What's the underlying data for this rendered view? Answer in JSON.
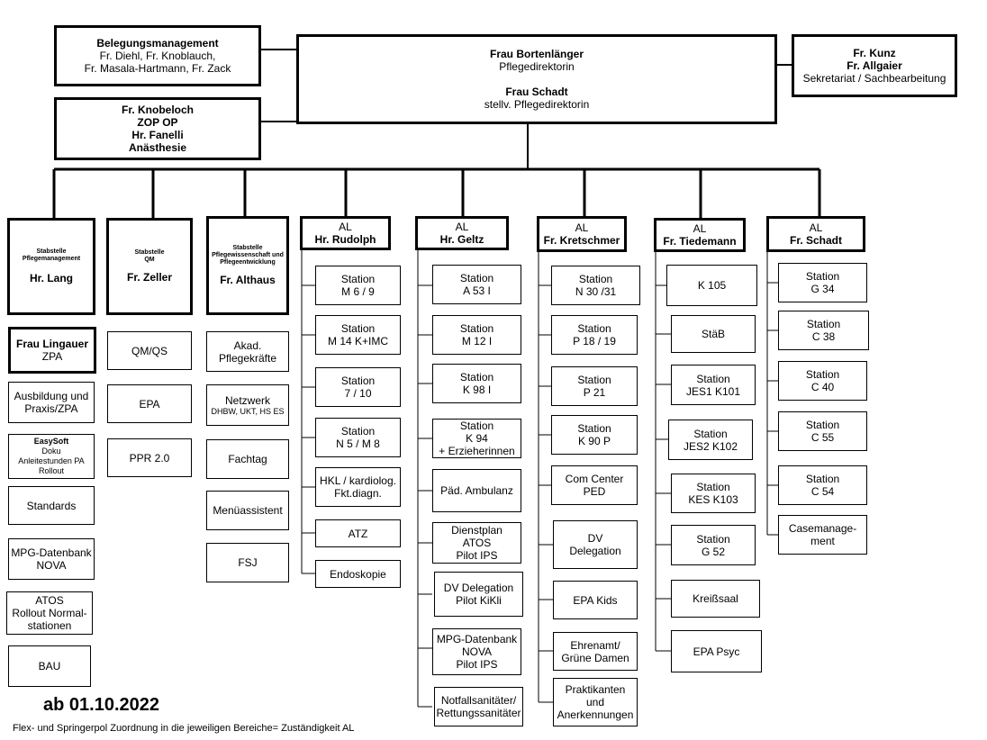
{
  "top": {
    "director": {
      "l1": "Frau Bortenlänger",
      "l2": "Pflegedirektorin",
      "l3": "Frau Schadt",
      "l4": "stellv. Pflegedirektorin"
    },
    "belegung": {
      "l1": "Belegungsmanagement",
      "l2": "Fr. Diehl, Fr. Knoblauch,\nFr. Masala-Hartmann, Fr. Zack"
    },
    "knobeloch": {
      "l1": "Fr. Knobeloch\nZOP OP\nHr. Fanelli\nAnästhesie"
    },
    "kunz": {
      "l1": "Fr. Kunz\nFr. Allgaier",
      "l2": "Sekretariat / Sachbearbeitung"
    }
  },
  "stab": {
    "lang": {
      "l1": "Stabstelle\nPflegemanagement",
      "l2": "Hr. Lang"
    },
    "zeller": {
      "l1": "Stabstelle\nQM",
      "l2": "Fr. Zeller"
    },
    "althaus": {
      "l1": "Stabstelle\nPflegewissenschaft und\nPflegeentwicklung",
      "l2": "Fr. Althaus"
    }
  },
  "al": {
    "rudolph": {
      "l1": "AL",
      "l2": "Hr. Rudolph"
    },
    "geltz": {
      "l1": "AL",
      "l2": "Hr. Geltz"
    },
    "kretschmer": {
      "l1": "AL",
      "l2": "Fr. Kretschmer"
    },
    "tiedemann": {
      "l1": "AL",
      "l2": "Fr. Tiedemann"
    },
    "schadt": {
      "l1": "AL",
      "l2": "Fr. Schadt"
    }
  },
  "lang_items": {
    "lingauer": {
      "l1": "Frau Lingauer",
      "l2": "ZPA"
    },
    "ausbildung": "Ausbildung und\nPraxis/ZPA",
    "easysoft": {
      "l1": "EasySoft",
      "l2": "Doku\nAnleitestunden PA\nRollout"
    },
    "standards": "Standards",
    "mpg": "MPG-Datenbank\nNOVA",
    "atos": "ATOS\nRollout Normal-\nstationen",
    "bau": "BAU"
  },
  "zeller_items": [
    "QM/QS",
    "EPA",
    "PPR 2.0"
  ],
  "althaus_items": {
    "akad": "Akad.\nPflegekräfte",
    "netzwerk": {
      "l1": "Netzwerk",
      "l2": "DHBW, UKT, HS ES"
    },
    "fachtag": "Fachtag",
    "menue": "Menüassistent",
    "fsj": "FSJ"
  },
  "rudolph_items": [
    "Station\nM 6 / 9",
    "Station\nM 14 K+IMC",
    "Station\n7 / 10",
    "Station\nN 5 / M 8",
    "HKL / kardiolog.\nFkt.diagn.",
    "ATZ",
    "Endoskopie"
  ],
  "geltz_items": [
    "Station\nA 53 I",
    "Station\nM 12 I",
    "Station\nK 98 I",
    "Station\nK 94\n+ Erzieherinnen",
    "Päd. Ambulanz",
    "Dienstplan\nATOS\nPilot IPS",
    "DV Delegation\nPilot KiKli",
    "MPG-Datenbank\nNOVA\nPilot IPS",
    "Notfallsanitäter/\nRettungssanitäter"
  ],
  "kretschmer_items": [
    "Station\nN 30 /31",
    "Station\nP 18 / 19",
    "Station\nP 21",
    "Station\nK 90 P",
    "Com Center\nPED",
    "DV\nDelegation",
    "EPA Kids",
    "Ehrenamt/\nGrüne Damen",
    "Praktikanten\nund\nAnerkennungen"
  ],
  "tiedemann_items": [
    "K 105",
    "StäB",
    "Station\nJES1  K101",
    "Station\nJES2  K102",
    "Station\nKES  K103",
    "Station\nG 52",
    "Kreißsaal",
    "EPA Psyc"
  ],
  "schadt_items": [
    "Station\nG 34",
    "Station\nC 38",
    "Station\nC 40",
    "Station\nC 55",
    "Station\nC 54",
    "Casemanage-\nment"
  ],
  "footer": {
    "date": "ab 01.10.2022",
    "note": "Flex- und Springerpol Zuordnung in die jeweiligen Bereiche= Zuständigkeit AL"
  }
}
